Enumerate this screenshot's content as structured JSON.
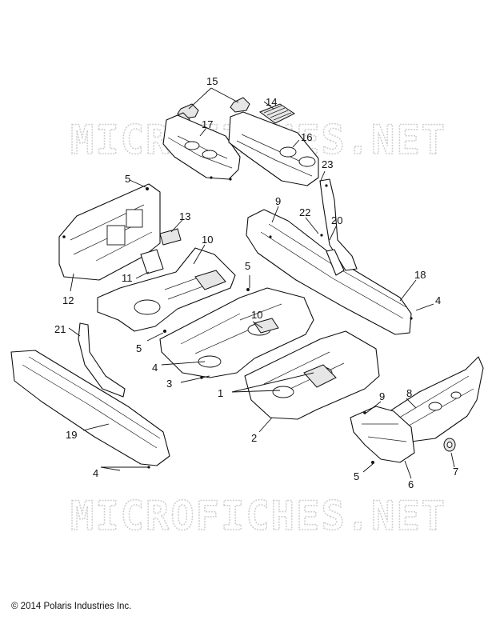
{
  "watermark": "MICROFICHES.NET",
  "copyright": "© 2014 Polaris Industries Inc.",
  "callouts": {
    "c1": "1",
    "c2": "2",
    "c3": "3",
    "c4a": "4",
    "c4b": "4",
    "c4c": "4",
    "c5a": "5",
    "c5b": "5",
    "c5c": "5",
    "c5d": "5",
    "c6": "6",
    "c7": "7",
    "c8": "8",
    "c9a": "9",
    "c9b": "9",
    "c10a": "10",
    "c10b": "10",
    "c11": "11",
    "c12": "12",
    "c13": "13",
    "c14": "14",
    "c15": "15",
    "c16": "16",
    "c17": "17",
    "c18": "18",
    "c19": "19",
    "c20": "20",
    "c21": "21",
    "c22": "22",
    "c23": "23"
  }
}
